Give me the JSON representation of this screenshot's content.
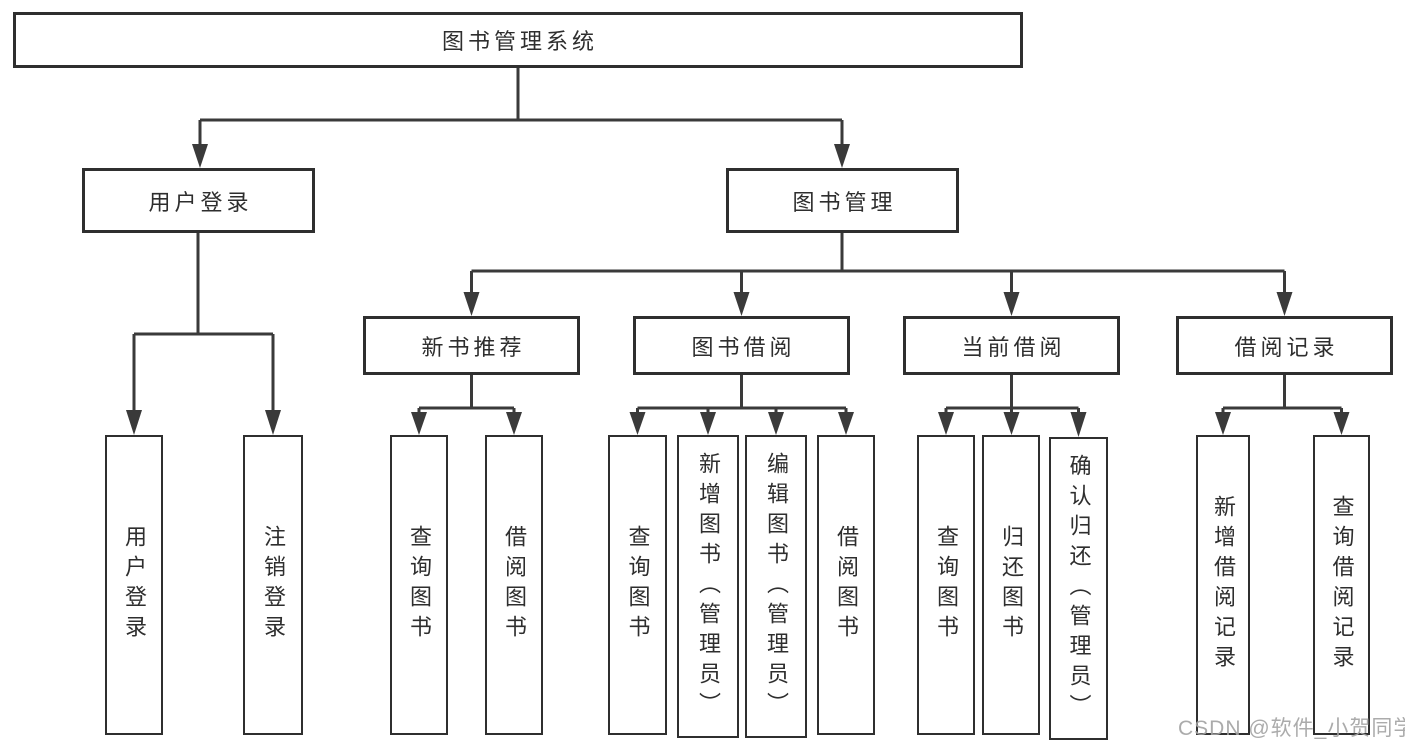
{
  "diagram": {
    "root": "图书管理系统",
    "branches": [
      {
        "label": "用户登录",
        "children": [
          {
            "label": "用户登录"
          },
          {
            "label": "注销登录"
          }
        ]
      },
      {
        "label": "图书管理",
        "children": [
          {
            "label": "新书推荐",
            "children": [
              {
                "label": "查询图书"
              },
              {
                "label": "借阅图书"
              }
            ]
          },
          {
            "label": "图书借阅",
            "children": [
              {
                "label": "查询图书"
              },
              {
                "label": "新增图书（管理员）"
              },
              {
                "label": "编辑图书（管理员）"
              },
              {
                "label": "借阅图书"
              }
            ]
          },
          {
            "label": "当前借阅",
            "children": [
              {
                "label": "查询图书"
              },
              {
                "label": "归还图书"
              },
              {
                "label": "确认归还（管理员）"
              }
            ]
          },
          {
            "label": "借阅记录",
            "children": [
              {
                "label": "新增借阅记录"
              },
              {
                "label": "查询借阅记录"
              }
            ]
          }
        ]
      }
    ]
  },
  "colors": {
    "line": "#3a3a3a",
    "border": "#2f2f2f",
    "text": "#2e2e2e",
    "watermark": "#a3a3a3"
  },
  "watermark": "CSDN @软件_小贺同学"
}
